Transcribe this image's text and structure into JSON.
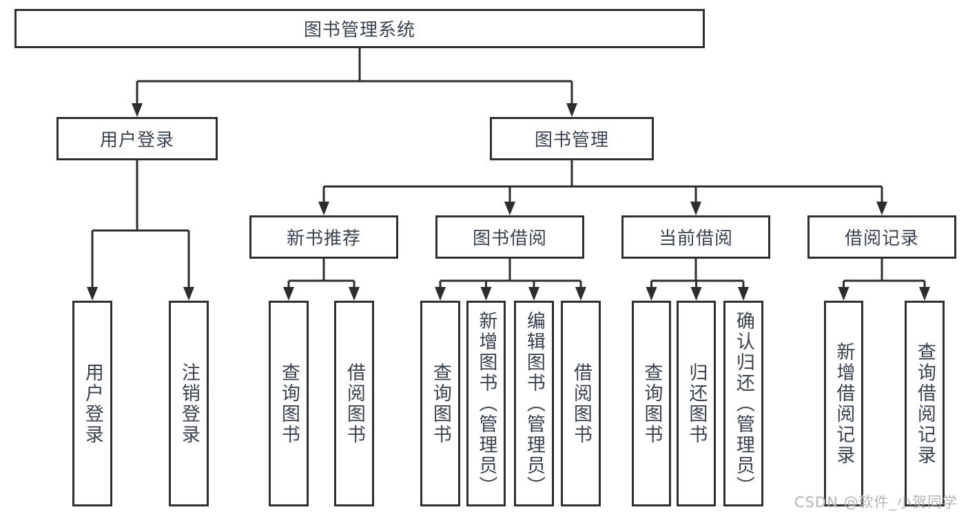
{
  "diagram_title": "图书管理系统",
  "tree": {
    "root": {
      "label": "图书管理系统",
      "children": [
        {
          "label": "用户登录",
          "children": [
            {
              "label": "用户登录"
            },
            {
              "label": "注销登录"
            }
          ]
        },
        {
          "label": "图书管理",
          "children": [
            {
              "label": "新书推荐",
              "children": [
                {
                  "label": "查询图书"
                },
                {
                  "label": "借阅图书"
                }
              ]
            },
            {
              "label": "图书借阅",
              "children": [
                {
                  "label": "查询图书"
                },
                {
                  "label": "新增图书（管理员）"
                },
                {
                  "label": "编辑图书（管理员）"
                },
                {
                  "label": "借阅图书"
                }
              ]
            },
            {
              "label": "当前借阅",
              "children": [
                {
                  "label": "查询图书"
                },
                {
                  "label": "归还图书"
                },
                {
                  "label": "确认归还（管理员）"
                }
              ]
            },
            {
              "label": "借阅记录",
              "children": [
                {
                  "label": "新增借阅记录"
                },
                {
                  "label": "查询借阅记录"
                }
              ]
            }
          ]
        }
      ]
    }
  },
  "watermark": {
    "text": "CSDN @软件_小贺同学"
  },
  "colors": {
    "line": "#2d2d2d",
    "box_border": "#2e2e2e",
    "text": "#3a4250",
    "watermark": "#b4b4b4",
    "background": "#ffffff"
  }
}
